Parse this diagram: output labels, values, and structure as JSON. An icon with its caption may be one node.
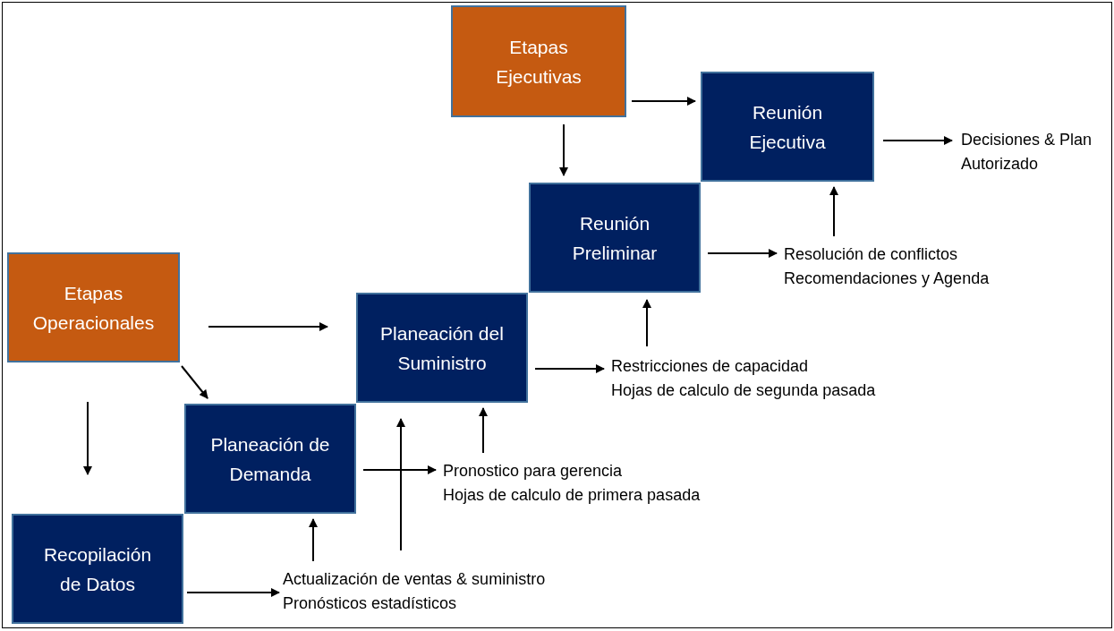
{
  "diagram": {
    "nodes": [
      {
        "text": [
          "Etapas Ejecutivas"
        ]
      },
      {
        "text": [
          "Reunión Ejecutiva"
        ]
      },
      {
        "text": [
          "Decisiones & Plan Autorizado"
        ]
      },
      {
        "text": [
          "Etapas Operacionales"
        ]
      },
      {
        "text": [
          "Reunión Preliminar"
        ]
      },
      {
        "text": [
          "Resolución de conflictos",
          "Recomendaciones y Agenda"
        ]
      },
      {
        "text": [
          "Planeación del Suministro"
        ]
      },
      {
        "text": [
          "Restricciones de capacidad",
          "Hojas de calculo de segunda pasada"
        ]
      },
      {
        "text": [
          "Planeación de Demanda"
        ]
      },
      {
        "text": [
          "Pronostico para gerencia",
          "Hojas de calculo de primera pasada"
        ]
      },
      {
        "text": [
          "Recopilación de Datos"
        ]
      },
      {
        "text": [
          "Actualización de ventas & suministro",
          "Pronósticos estadísticos"
        ]
      }
    ],
    "edges": [
      {
        "from": 0,
        "to": 1,
        "arrow": "to"
      },
      {
        "from": 0,
        "to": 4,
        "arrow": "to"
      },
      {
        "from": 1,
        "to": 2,
        "arrow": "to"
      },
      {
        "from": 5,
        "to": 1,
        "arrow": "to"
      },
      {
        "from": 3,
        "to": 6,
        "arrow": "to"
      },
      {
        "from": 3,
        "to": 8,
        "arrow": "to"
      },
      {
        "from": 3,
        "to": 10,
        "arrow": "to"
      },
      {
        "from": 4,
        "to": 5,
        "arrow": "to"
      },
      {
        "from": 7,
        "to": 4,
        "arrow": "to"
      },
      {
        "from": 6,
        "to": 7,
        "arrow": "to"
      },
      {
        "from": 9,
        "to": 6,
        "arrow": "to"
      },
      {
        "from": 11,
        "to": 6,
        "arrow": "to"
      },
      {
        "from": 8,
        "to": 9,
        "arrow": "to"
      },
      {
        "from": 11,
        "to": 8,
        "arrow": "to"
      },
      {
        "from": 10,
        "to": 11,
        "arrow": "to"
      }
    ]
  }
}
